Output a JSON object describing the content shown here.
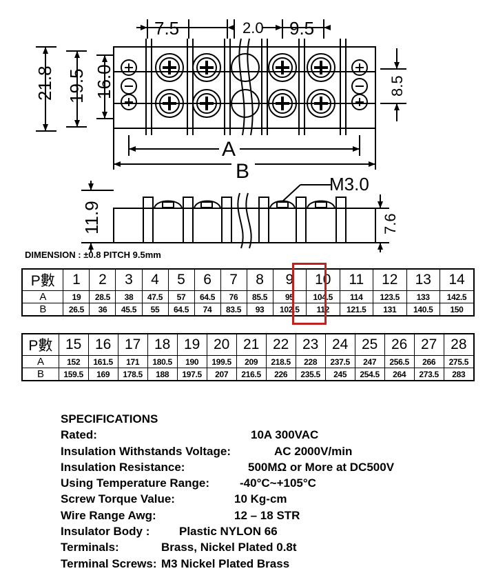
{
  "drawing": {
    "dim_pitch": "7.5",
    "dim_gap": "2.0",
    "dim_pitch2": "9.5",
    "dim_height_outer": "21.8",
    "dim_height_mid": "19.5",
    "dim_height_inner": "16.0",
    "dim_right": "8.5",
    "label_a": "A",
    "label_b": "B",
    "screw_label": "M3.0",
    "side_height": "11.9",
    "side_right": "7.6"
  },
  "note": "DIMENSION : ±0.8  PITCH 9.5mm",
  "tables": [
    {
      "header_label": "P數",
      "poles": [
        "1",
        "2",
        "3",
        "4",
        "5",
        "6",
        "7",
        "8",
        "9",
        "10",
        "11",
        "12",
        "13",
        "14"
      ],
      "rows": [
        {
          "label": "A",
          "values": [
            "19",
            "28.5",
            "38",
            "47.5",
            "57",
            "64.5",
            "76",
            "85.5",
            "95",
            "104.5",
            "114",
            "123.5",
            "133",
            "142.5"
          ]
        },
        {
          "label": "B",
          "values": [
            "26.5",
            "36",
            "45.5",
            "55",
            "64.5",
            "74",
            "83.5",
            "93",
            "102.5",
            "112",
            "121.5",
            "131",
            "140.5",
            "150"
          ]
        }
      ]
    },
    {
      "header_label": "P數",
      "poles": [
        "15",
        "16",
        "17",
        "18",
        "19",
        "20",
        "21",
        "22",
        "23",
        "24",
        "25",
        "26",
        "27",
        "28"
      ],
      "rows": [
        {
          "label": "A",
          "values": [
            "152",
            "161.5",
            "171",
            "180.5",
            "190",
            "199.5",
            "209",
            "218.5",
            "228",
            "237.5",
            "247",
            "256.5",
            "266",
            "275.5"
          ]
        },
        {
          "label": "B",
          "values": [
            "159.5",
            "169",
            "178.5",
            "188",
            "197.5",
            "207",
            "216.5",
            "226",
            "235.5",
            "245",
            "254.5",
            "264",
            "273.5",
            "283"
          ]
        }
      ]
    }
  ],
  "highlight_color": "#c0201e",
  "specs": {
    "title": "SPECIFICATIONS",
    "items": [
      {
        "key": "Rated:",
        "value": "10A  300VAC"
      },
      {
        "key": "Insulation Withstands Voltage:",
        "value": "AC 2000V/min"
      },
      {
        "key": "Insulation Resistance:",
        "value": "500MΩ or More at DC500V"
      },
      {
        "key": "Using Temperature Range:",
        "value": "-40°C~+105°C"
      },
      {
        "key": "Screw Torque Value:",
        "value": "10 Kg-cm"
      },
      {
        "key": "Wire Range Awg:",
        "value": "12  –  18 STR"
      },
      {
        "key": "Insulator Body :",
        "value": "Plastic NYLON 66"
      },
      {
        "key": "Terminals:",
        "value": "Brass, Nickel Plated 0.8t"
      },
      {
        "key": "Terminal Screws:",
        "value": "M3   Nickel Plated Brass"
      }
    ]
  }
}
